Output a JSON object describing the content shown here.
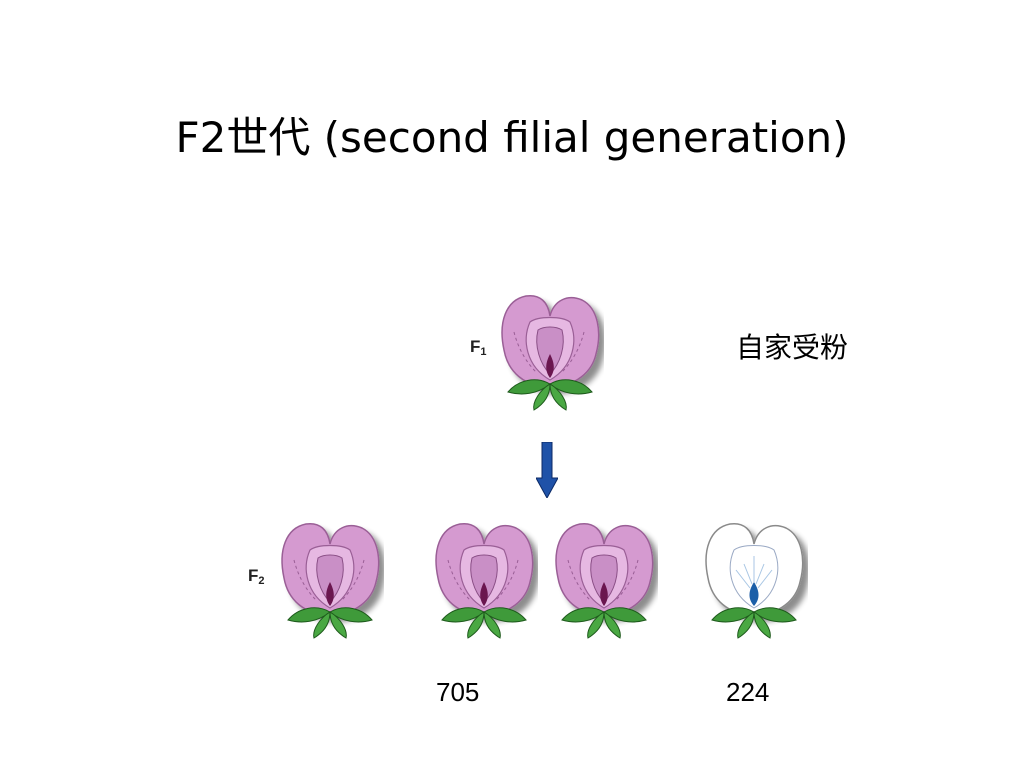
{
  "slide": {
    "title": "F2世代 (second filial generation)",
    "side_note": "自家受粉",
    "f1_label": {
      "letter": "F",
      "subscript": "1"
    },
    "f2_label": {
      "letter": "F",
      "subscript": "2"
    },
    "counts": {
      "purple": "705",
      "white": "224"
    }
  },
  "colors": {
    "purple_petal": "#d59ad0",
    "purple_edge": "#9a5f96",
    "purple_center": "#6a1550",
    "white_petal": "#ffffff",
    "white_center": "#1f5ea8",
    "leaf": "#3f9a3a",
    "arrow": "#1f52a8"
  },
  "icons": {
    "flower_f1": "purple-pea-flower-icon",
    "flower_f2_purple": "purple-pea-flower-icon",
    "flower_f2_white": "white-pea-flower-icon",
    "arrow": "down-arrow-icon"
  }
}
